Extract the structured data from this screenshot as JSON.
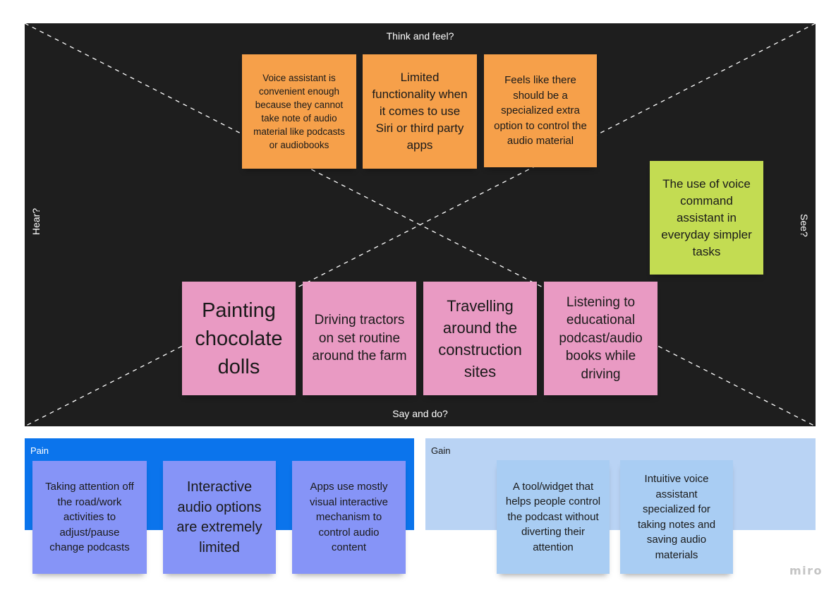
{
  "board": {
    "quadrants": {
      "think_feel": "Think and feel?",
      "say_do": "Say and do?",
      "hear": "Hear?",
      "see": "See?"
    }
  },
  "notes": {
    "think": [
      "Voice assistant is convenient enough because they cannot take note of audio material like podcasts or audiobooks",
      "Limited functionality when it comes to use Siri or third party apps",
      "Feels like there should be a specialized extra option to control the audio material"
    ],
    "see": [
      "The use of voice command assistant in everyday simpler tasks"
    ],
    "say_do": [
      "Painting chocolate dolls",
      "Driving tractors on set routine around the farm",
      "Travelling around the construction sites",
      "Listening to educational podcast/audio books while driving"
    ]
  },
  "pain": {
    "label": "Pain",
    "notes": [
      "Taking attention off the road/work activities to adjust/pause change podcasts",
      "Interactive audio options are extremely limited",
      "Apps use mostly visual interactive mechanism to control audio content"
    ]
  },
  "gain": {
    "label": "Gain",
    "notes": [
      "A tool/widget that helps people control the podcast without diverting their attention",
      "Intuitive voice assistant specialized for taking notes and saving audio materials"
    ]
  },
  "branding": {
    "logo": "miro"
  },
  "colors": {
    "board": "#1e1e1e",
    "orange_note": "#f6a04a",
    "lime_note": "#c3dc52",
    "pink_note": "#e99ac3",
    "violet_note": "#8694f7",
    "light_blue_note": "#a9cdf3",
    "pain_bar": "#0b74ec",
    "gain_bar": "#b9d3f4"
  }
}
